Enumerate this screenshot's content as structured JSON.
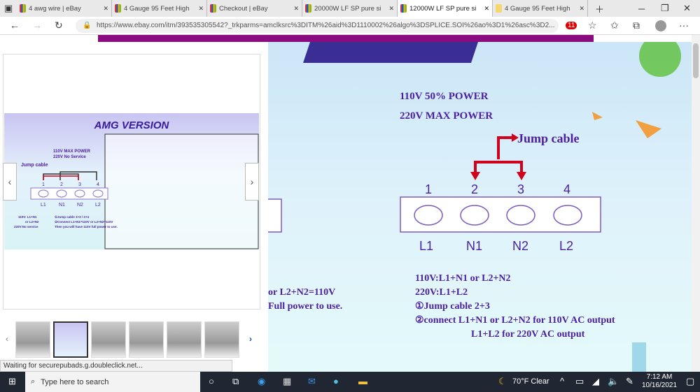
{
  "browser": {
    "tabs": [
      {
        "label": "4 awg wire | eBay"
      },
      {
        "label": "4 Gauge 95 Feet High"
      },
      {
        "label": "Checkout | eBay"
      },
      {
        "label": "20000W LF SP pure si"
      },
      {
        "label": "12000W LF SP pure si",
        "active": true
      },
      {
        "label": "4 Gauge 95 Feet High"
      }
    ],
    "url": "https://www.ebay.com/itm/393535305542?_trkparms=amclksrc%3DITM%26aid%3D1110002%26algo%3DSPLICE.SOI%26ao%3D1%26asc%3D2...",
    "extension_badge": "11",
    "status": "Waiting for securepubads.g.doubleclick.net..."
  },
  "product_image": {
    "title": "AMG VERSION",
    "left": {
      "line1": "110V  MAX POWER",
      "line2": "220V  No Service",
      "jump": "Jump cable",
      "notes": [
        "110V:  L1+N1",
        "or L2+N2",
        "220V:No service"
      ],
      "steps": [
        "①Jump cable  1+3 / 2+4",
        "②Connect  L1+N1=110V or L2+N2=110V",
        "Then you will have 110V full power to use."
      ]
    },
    "terminals": {
      "numbers": [
        "1",
        "2",
        "3",
        "4"
      ],
      "labels": [
        "L1",
        "N1",
        "N2",
        "L2"
      ]
    },
    "right": {
      "line1": "110V  50%  POWER",
      "line2": "220V  MAX  POWER",
      "jump": "Jump cable",
      "notes": [
        "110V:L1+N1 or L2+N2",
        "220V:L1+L2",
        "①Jump cable  2+3",
        "②connect L1+N1 or L2+N2 for 110V AC output",
        "L1+L2 for 220V AC output"
      ]
    },
    "zoom_left_fragments": [
      "or L2+N2=110V",
      "Full power to use."
    ]
  },
  "taskbar": {
    "search_placeholder": "Type here to search",
    "weather": "70°F  Clear",
    "time": "7:12 AM",
    "date": "10/16/2021"
  },
  "colors": {
    "accent_purple": "#8a0a80",
    "arrow_red": "#d0021b",
    "text_purple": "#4b1f9e"
  }
}
